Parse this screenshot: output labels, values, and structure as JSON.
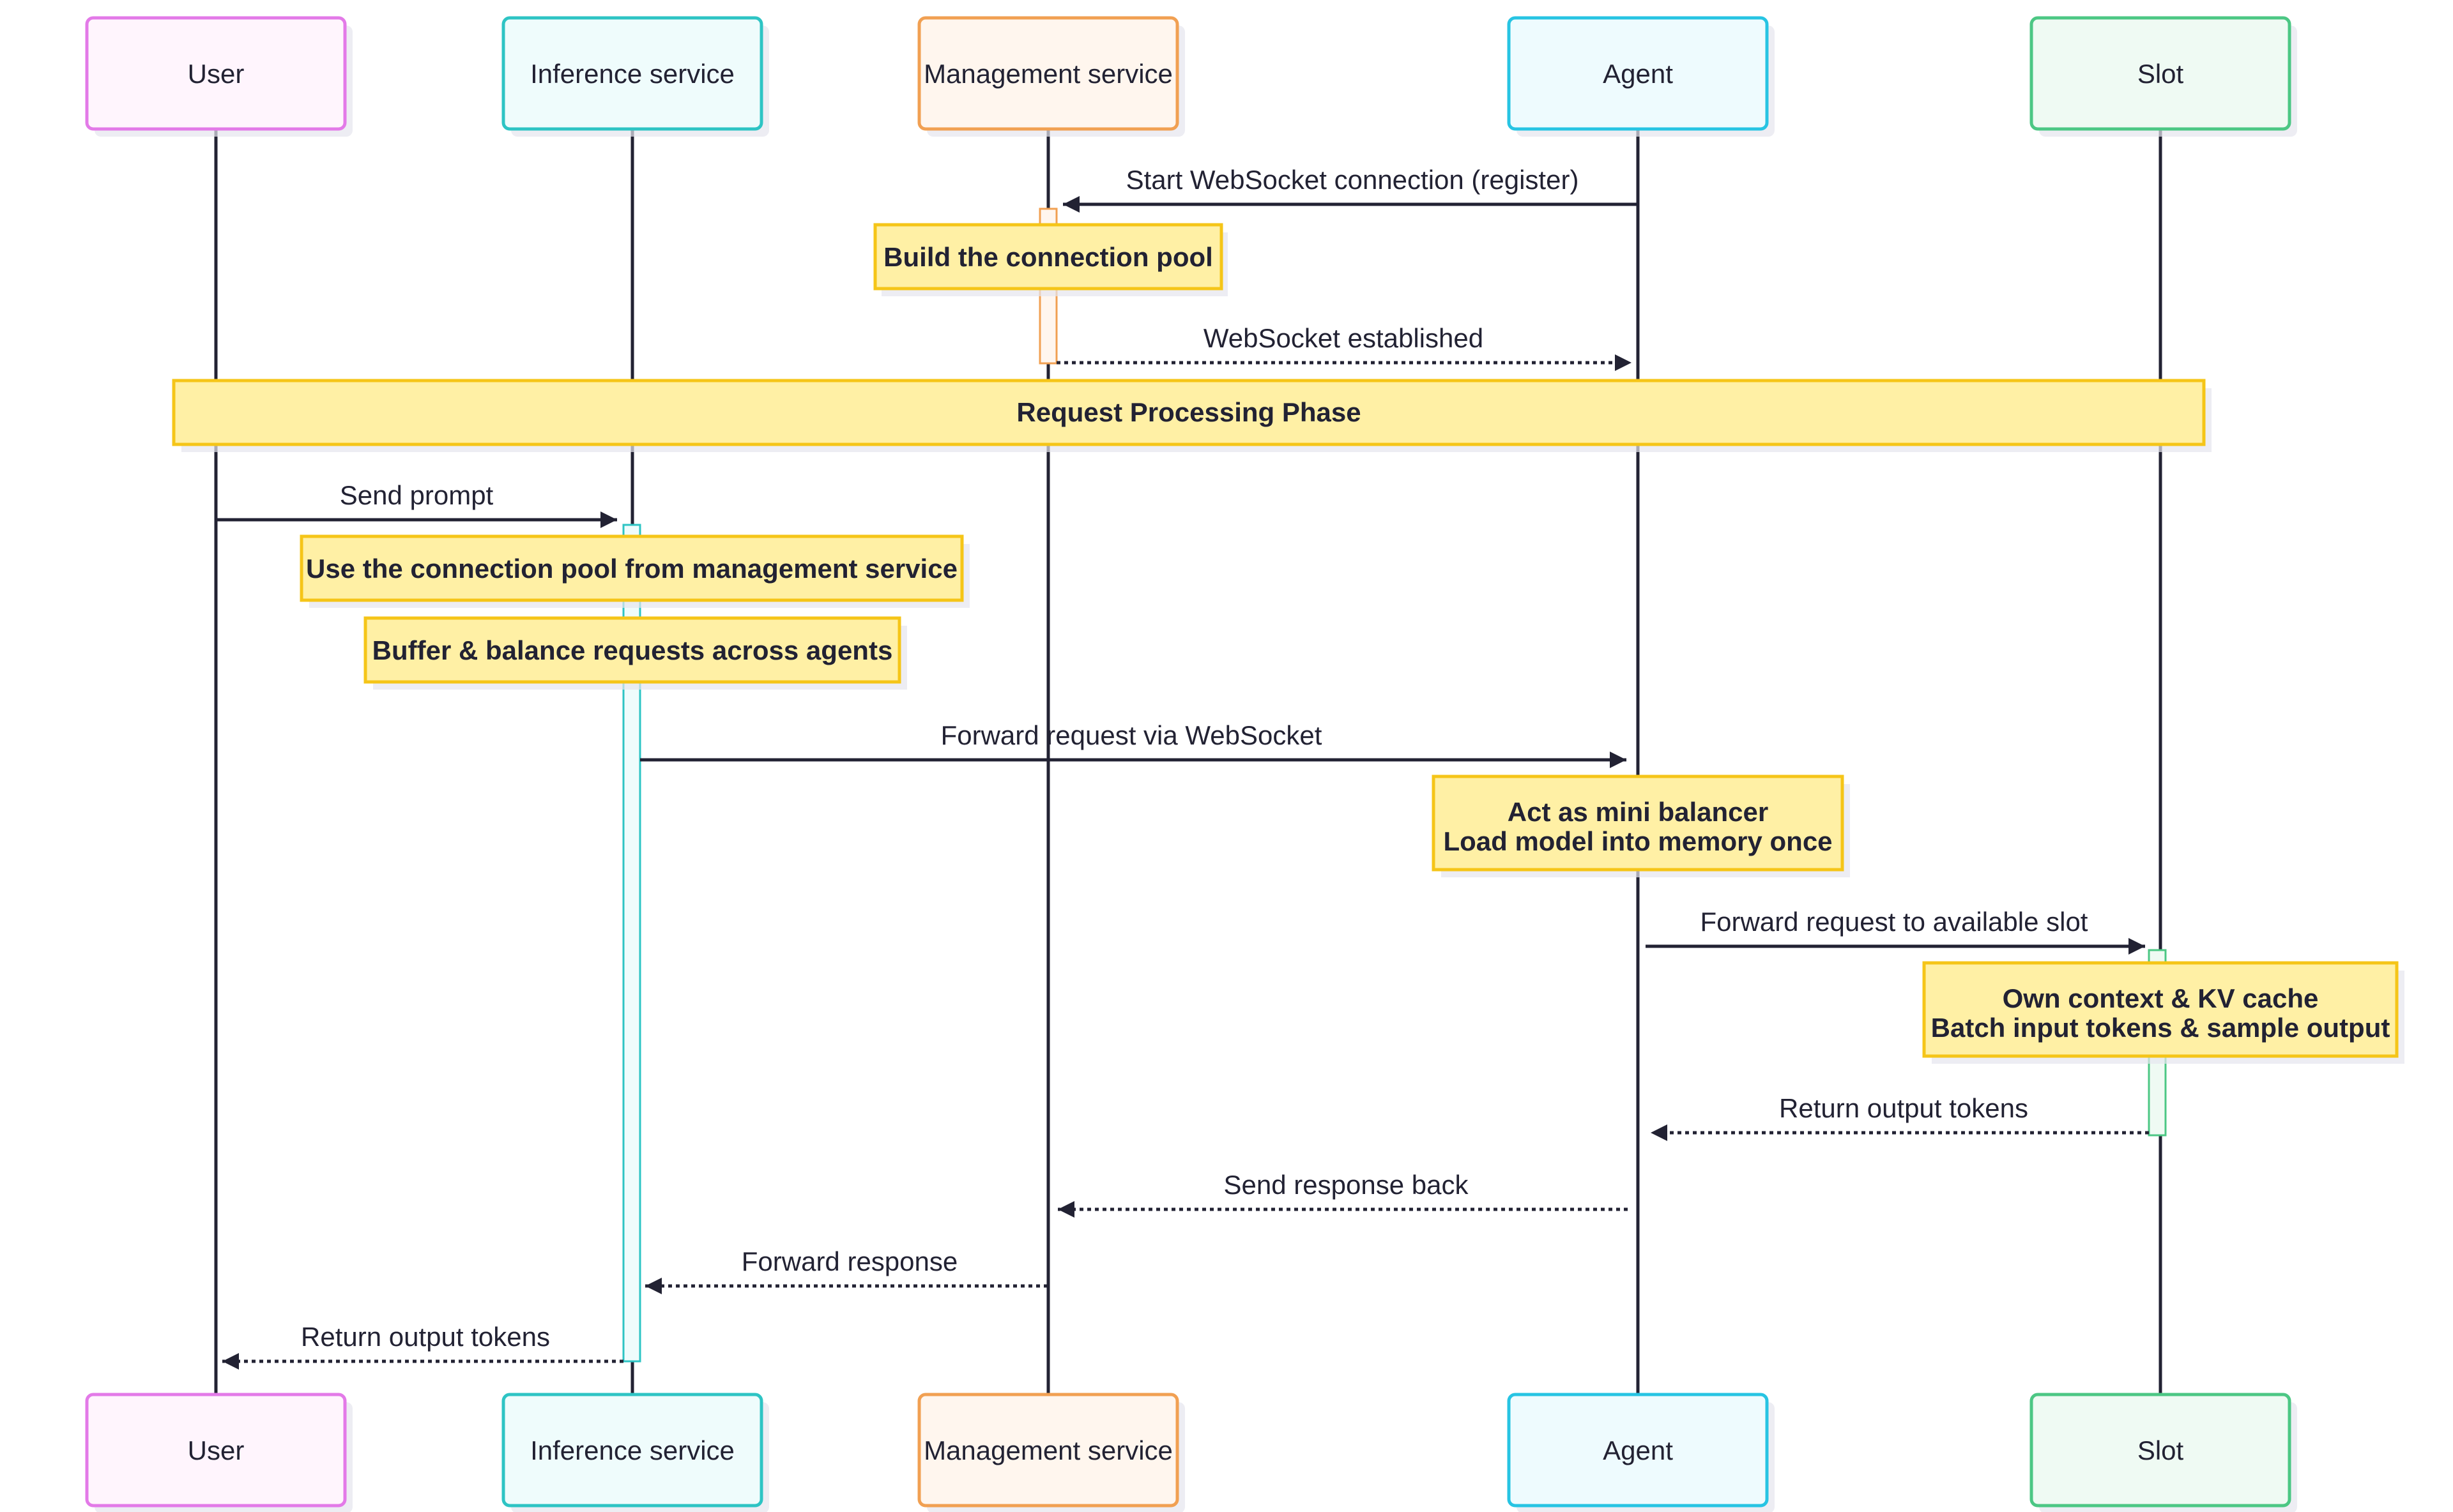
{
  "participants": [
    {
      "id": "user",
      "label": "User",
      "fill": "#fff5fd",
      "stroke": "#e37ae8"
    },
    {
      "id": "inference",
      "label": "Inference service",
      "fill": "#effcfc",
      "stroke": "#2ec4c4"
    },
    {
      "id": "management",
      "label": "Management service",
      "fill": "#fff6ee",
      "stroke": "#f1a052"
    },
    {
      "id": "agent",
      "label": "Agent",
      "fill": "#eefbfe",
      "stroke": "#27c4e3"
    },
    {
      "id": "slot",
      "label": "Slot",
      "fill": "#effaf3",
      "stroke": "#4cc784"
    }
  ],
  "messages": [
    {
      "from": "agent",
      "to": "management",
      "label": "Start WebSocket connection (register)",
      "style": "solid"
    },
    {
      "from": "management",
      "to": "agent",
      "label": "WebSocket established",
      "style": "dashed"
    },
    {
      "from": "user",
      "to": "inference",
      "label": "Send prompt",
      "style": "solid"
    },
    {
      "from": "inference",
      "to": "agent",
      "label": "Forward request via WebSocket",
      "style": "solid"
    },
    {
      "from": "agent",
      "to": "slot",
      "label": "Forward request to available slot",
      "style": "solid"
    },
    {
      "from": "slot",
      "to": "agent",
      "label": "Return output tokens",
      "style": "dashed"
    },
    {
      "from": "agent",
      "to": "management",
      "label": "Send response back",
      "style": "dashed"
    },
    {
      "from": "management",
      "to": "inference",
      "label": "Forward response",
      "style": "dashed"
    },
    {
      "from": "inference",
      "to": "user",
      "label": "Return output tokens",
      "style": "dashed"
    }
  ],
  "notes": [
    {
      "over": "management",
      "lines": [
        "Build the connection pool"
      ]
    },
    {
      "over": "inference",
      "lines": [
        "Use the connection pool from management service"
      ]
    },
    {
      "over": "inference",
      "lines": [
        "Buffer & balance requests across agents"
      ]
    },
    {
      "over": "agent",
      "lines": [
        "Act as mini balancer",
        "Load model into memory once"
      ]
    },
    {
      "over": "slot",
      "lines": [
        "Own context & KV cache",
        "Batch input tokens & sample output"
      ]
    }
  ],
  "phase": {
    "label": "Request Processing Phase"
  },
  "colors": {
    "line": "#222233",
    "note_fill": "#fff0a5",
    "note_stroke": "#f5c518",
    "shadow": "#e6e6ee"
  }
}
